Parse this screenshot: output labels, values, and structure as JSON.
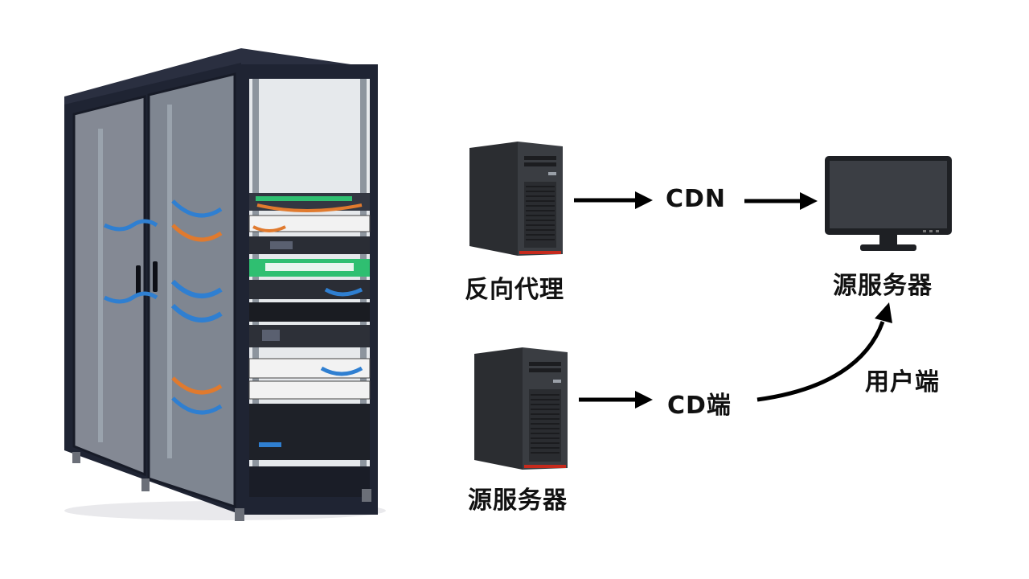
{
  "nodes": {
    "reverse_proxy": {
      "label": "反向代理",
      "icon": "tower-server"
    },
    "cdn": {
      "label": "CDN"
    },
    "origin_server_top": {
      "label": "源服务器",
      "icon": "monitor"
    },
    "origin_server_bottom": {
      "label": "源服务器",
      "icon": "tower-server"
    },
    "cd_end": {
      "label": "CD端"
    },
    "user_end": {
      "label": "用户端"
    }
  },
  "illustration": {
    "icon": "server-rack"
  },
  "colors": {
    "arrow": "#000000",
    "case_dark": "#2b2d31",
    "case_light": "#3a3d42",
    "accent_red": "#c62a1d",
    "rack_frame": "#262a3a",
    "cable_blue": "#2f7fd1",
    "cable_orange": "#e07a2e",
    "patch_green": "#2fbf71"
  }
}
